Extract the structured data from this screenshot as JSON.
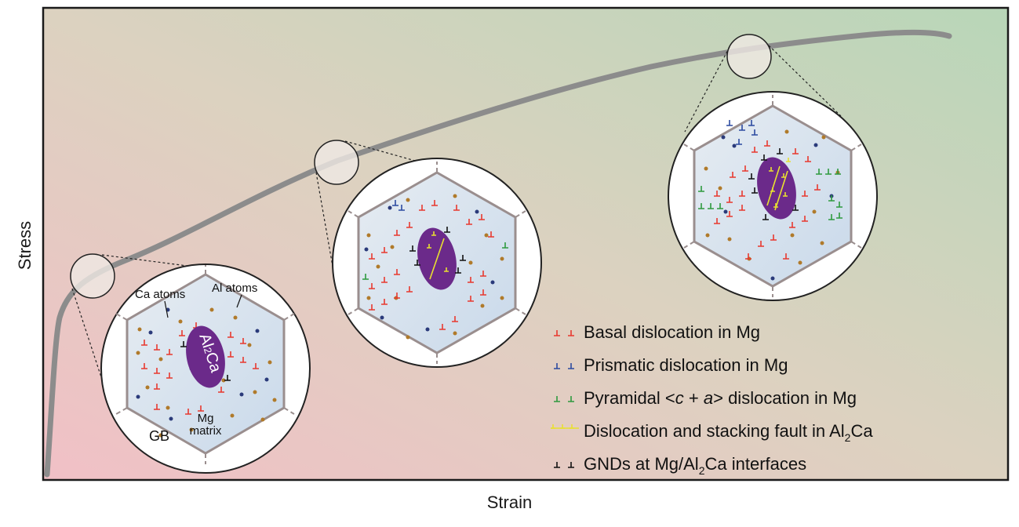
{
  "axes": {
    "x_label": "Strain",
    "y_label": "Stress"
  },
  "labels": {
    "ca_atoms": "Ca atoms",
    "al_atoms": "Al atoms",
    "mg_line1": "Mg",
    "mg_line2": "matrix",
    "gb": "GB",
    "al2ca_main": "Al",
    "al2ca_sub": "2",
    "al2ca_end": "Ca"
  },
  "legend": [
    {
      "text": "Basal dislocation in Mg",
      "color": "#e8392f"
    },
    {
      "text": "Prismatic dislocation in Mg",
      "color": "#2c4aa0"
    },
    {
      "pre": "Pyramidal <",
      "it1": "c",
      "mid": " + ",
      "it2": "a",
      "post": "> dislocation in Mg",
      "color": "#2e9a3e"
    },
    {
      "text": "Dislocation and stacking fault in Al",
      "sub": "2",
      "tail": "Ca",
      "color": "#e8e030"
    },
    {
      "text": "GNDs at Mg/Al",
      "sub": "2",
      "tail": "Ca interfaces",
      "color": "#111111"
    }
  ],
  "colors": {
    "bg_left": "#f2c2c6",
    "bg_right": "#bcd7bb",
    "curve": "#8a8a8a",
    "grain": "#dce6ef",
    "particle": "#6b2a8a",
    "ca_atom": "#2a3a7a",
    "al_atom": "#b07a2a"
  }
}
